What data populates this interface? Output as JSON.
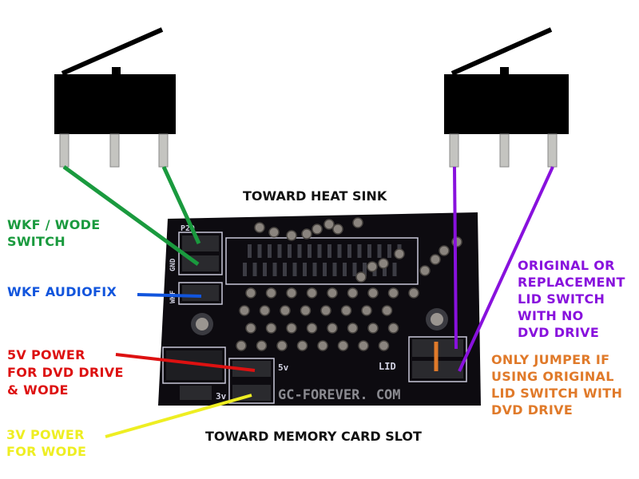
{
  "headings": {
    "top": "TOWARD HEAT SINK",
    "bottom": "TOWARD MEMORY CARD SLOT"
  },
  "labels": {
    "wkf_wode_switch": {
      "text": "WKF / WODE\nSWITCH",
      "color": "#1a9a3e"
    },
    "wkf_audiofix": {
      "text": "WKF AUDIOFIX",
      "color": "#1155dd"
    },
    "power_5v": {
      "text": "5V POWER\nFOR DVD DRIVE\n& WODE",
      "color": "#dd1111"
    },
    "power_3v": {
      "text": "3V POWER\nFOR WODE",
      "color": "#eeee22"
    },
    "lid_switch": {
      "text": "ORIGINAL OR\nREPLACEMENT\nLID SWITCH\nWITH NO\nDVD DRIVE",
      "color": "#8811dd"
    },
    "jumper": {
      "text": "ONLY JUMPER IF\nUSING ORIGINAL\nLID SWITCH WITH\nDVD DRIVE",
      "color": "#e07a2a"
    }
  },
  "board": {
    "silkscreen": {
      "p29": "P29",
      "gnd": "GND",
      "wkf": "WKF",
      "v5": "5v",
      "v3": "3v",
      "lid": "LID",
      "site": "GC-FOREVER. COM"
    }
  }
}
